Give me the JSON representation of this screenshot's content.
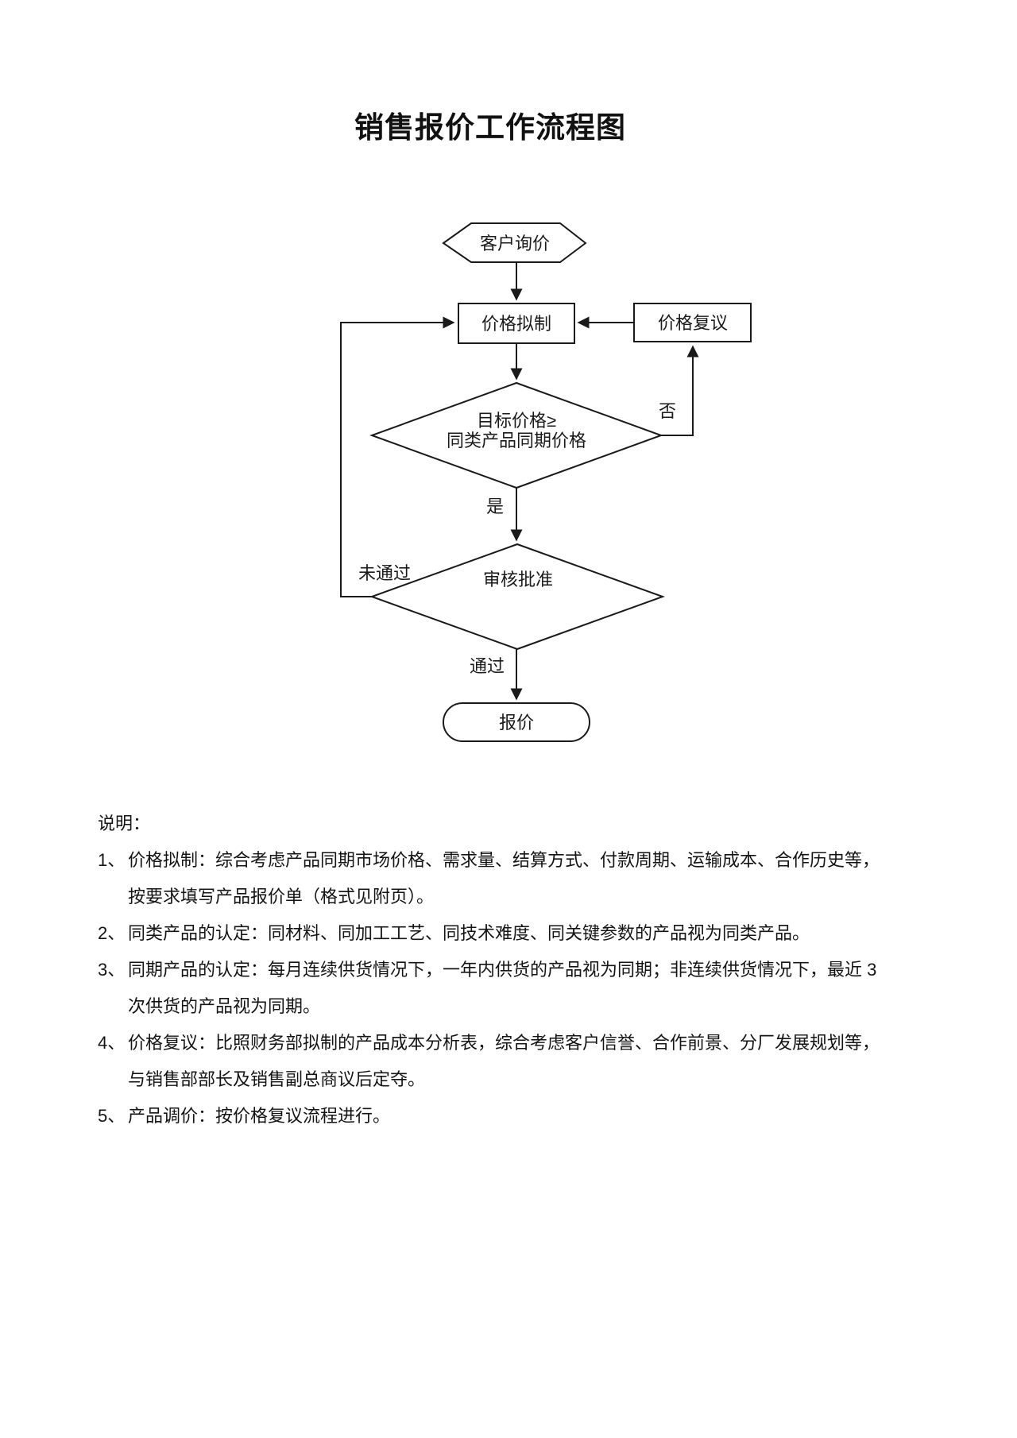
{
  "page": {
    "title": "销售报价工作流程图"
  },
  "colors": {
    "ink": "#1a1a1a",
    "background": "#ffffff"
  },
  "flowchart": {
    "nodes": {
      "start": "客户询价",
      "draft": "价格拟制",
      "review": "价格复议",
      "decision_price_line1": "目标价格≥",
      "decision_price_line2": "同类产品同期价格",
      "decision_approve": "审核批准",
      "end": "报价"
    },
    "labels": {
      "no": "否",
      "yes": "是",
      "not_passed": "未通过",
      "passed": "通过"
    }
  },
  "notes": {
    "heading": "说明：",
    "items": [
      {
        "num": "1、",
        "lines": [
          "价格拟制：综合考虑产品同期市场价格、需求量、结算方式、付款周期、运输成本、合作历史等，",
          "按要求填写产品报价单（格式见附页）。"
        ]
      },
      {
        "num": "2、",
        "lines": [
          "同类产品的认定：同材料、同加工工艺、同技术难度、同关键参数的产品视为同类产品。"
        ]
      },
      {
        "num": "3、",
        "lines": [
          "同期产品的认定：每月连续供货情况下，一年内供货的产品视为同期；非连续供货情况下，最近 3",
          "次供货的产品视为同期。"
        ]
      },
      {
        "num": "4、",
        "lines": [
          "价格复议：比照财务部拟制的产品成本分析表，综合考虑客户信誉、合作前景、分厂发展规划等，",
          "与销售部部长及销售副总商议后定夺。"
        ]
      },
      {
        "num": "5、",
        "lines": [
          "产品调价：按价格复议流程进行。"
        ]
      }
    ]
  }
}
